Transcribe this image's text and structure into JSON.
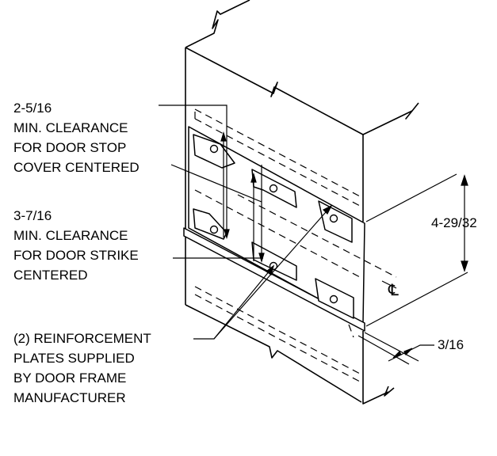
{
  "labels": {
    "door_stop": [
      "2-5/16",
      "MIN. CLEARANCE",
      "FOR DOOR STOP",
      "COVER CENTERED"
    ],
    "door_strike": [
      "3-7/16",
      "MIN. CLEARANCE",
      "FOR DOOR STRIKE",
      "CENTERED"
    ],
    "reinforcement": [
      "(2) REINFORCEMENT",
      "PLATES SUPPLIED",
      "BY DOOR FRAME",
      "MANUFACTURER"
    ],
    "height_dim": "4-29/32",
    "thickness_dim": "3/16",
    "centerline_symbol": "℄"
  }
}
